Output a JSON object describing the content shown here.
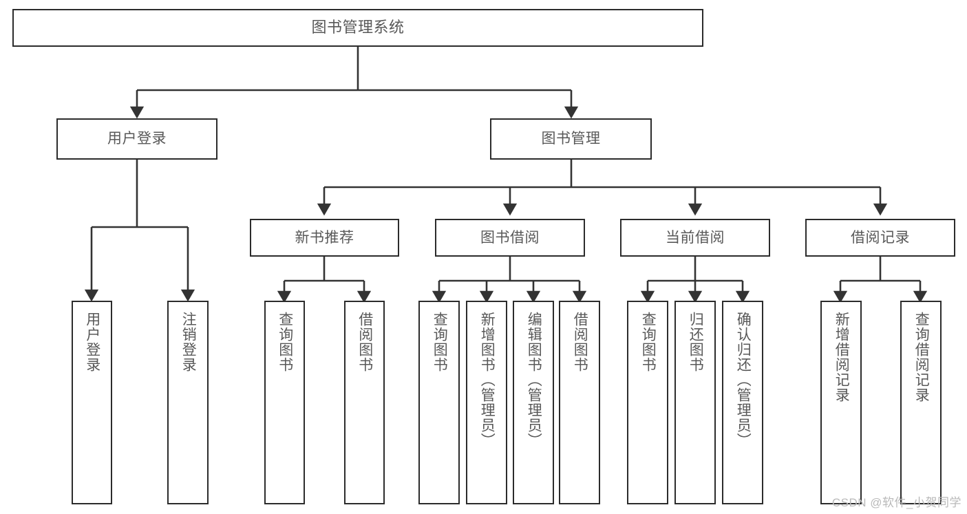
{
  "diagram": {
    "title": "图书管理系统",
    "type": "tree-structure-chart",
    "watermark": "CSDN @软件_小贺同学",
    "colors": {
      "background": "#ffffff",
      "box_border": "#2b2b2b",
      "connector": "#333333",
      "text": "#585858",
      "watermark": "#b9b9b9"
    },
    "levels": {
      "root": {
        "label": "图书管理系统"
      },
      "level2": [
        {
          "label": "用户登录"
        },
        {
          "label": "图书管理"
        }
      ],
      "level3": [
        {
          "label": "新书推荐"
        },
        {
          "label": "图书借阅"
        },
        {
          "label": "当前借阅"
        },
        {
          "label": "借阅记录"
        }
      ],
      "leaves": {
        "user_login": [
          {
            "label": "用户登录"
          },
          {
            "label": "注销登录"
          }
        ],
        "new_book_recommend": [
          {
            "label": "查询图书"
          },
          {
            "label": "借阅图书"
          }
        ],
        "book_borrow": [
          {
            "label": "查询图书"
          },
          {
            "label": "新增图书（管理员）"
          },
          {
            "label": "编辑图书（管理员）"
          },
          {
            "label": "借阅图书"
          }
        ],
        "current_borrow": [
          {
            "label": "查询图书"
          },
          {
            "label": "归还图书"
          },
          {
            "label": "确认归还（管理员）"
          }
        ],
        "borrow_record": [
          {
            "label": "新增借阅记录"
          },
          {
            "label": "查询借阅记录"
          }
        ]
      }
    }
  }
}
